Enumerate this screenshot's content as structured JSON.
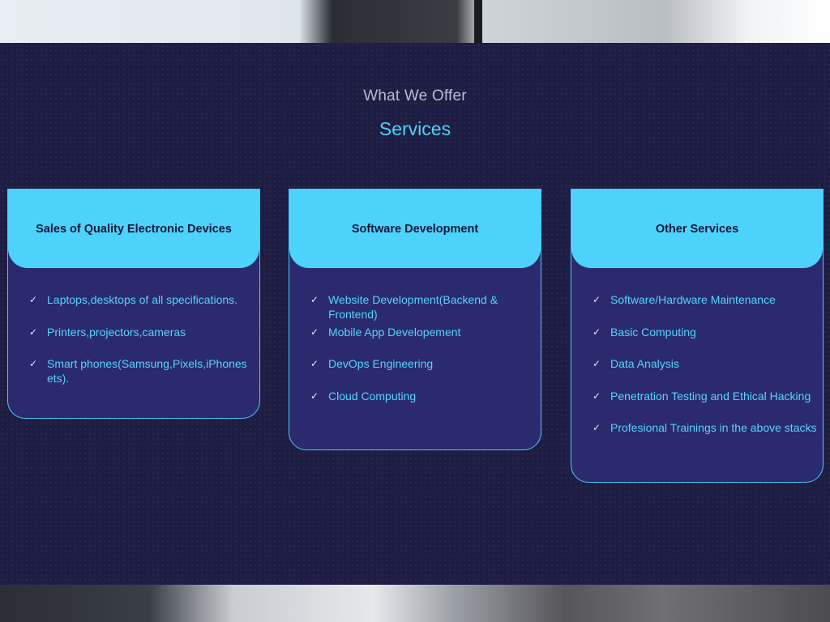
{
  "section": {
    "kicker": "What We Offer",
    "title": "Services"
  },
  "cards": [
    {
      "title": "Sales of Quality Electronic Devices",
      "items": [
        "Laptops,desktops of all specifications.",
        "Printers,projectors,cameras",
        "Smart phones(Samsung,Pixels,iPhones ets)."
      ]
    },
    {
      "title": "Software Development",
      "items": [
        "Website Development(Backend & Frontend)",
        "Mobile App Developement",
        "DevOps Engineering",
        "Cloud Computing"
      ]
    },
    {
      "title": "Other Services",
      "items": [
        "Software/Hardware Maintenance",
        "Basic Computing",
        "Data Analysis",
        "Penetration Testing and Ethical Hacking",
        "Profesional Trainings in the above stacks"
      ]
    }
  ],
  "icons": {
    "check": "check-icon"
  },
  "colors": {
    "accent": "#4dd3fb",
    "card_bg": "#2b2a6e",
    "section_bg": "#1e1d44",
    "item_text": "#57d3fa"
  }
}
